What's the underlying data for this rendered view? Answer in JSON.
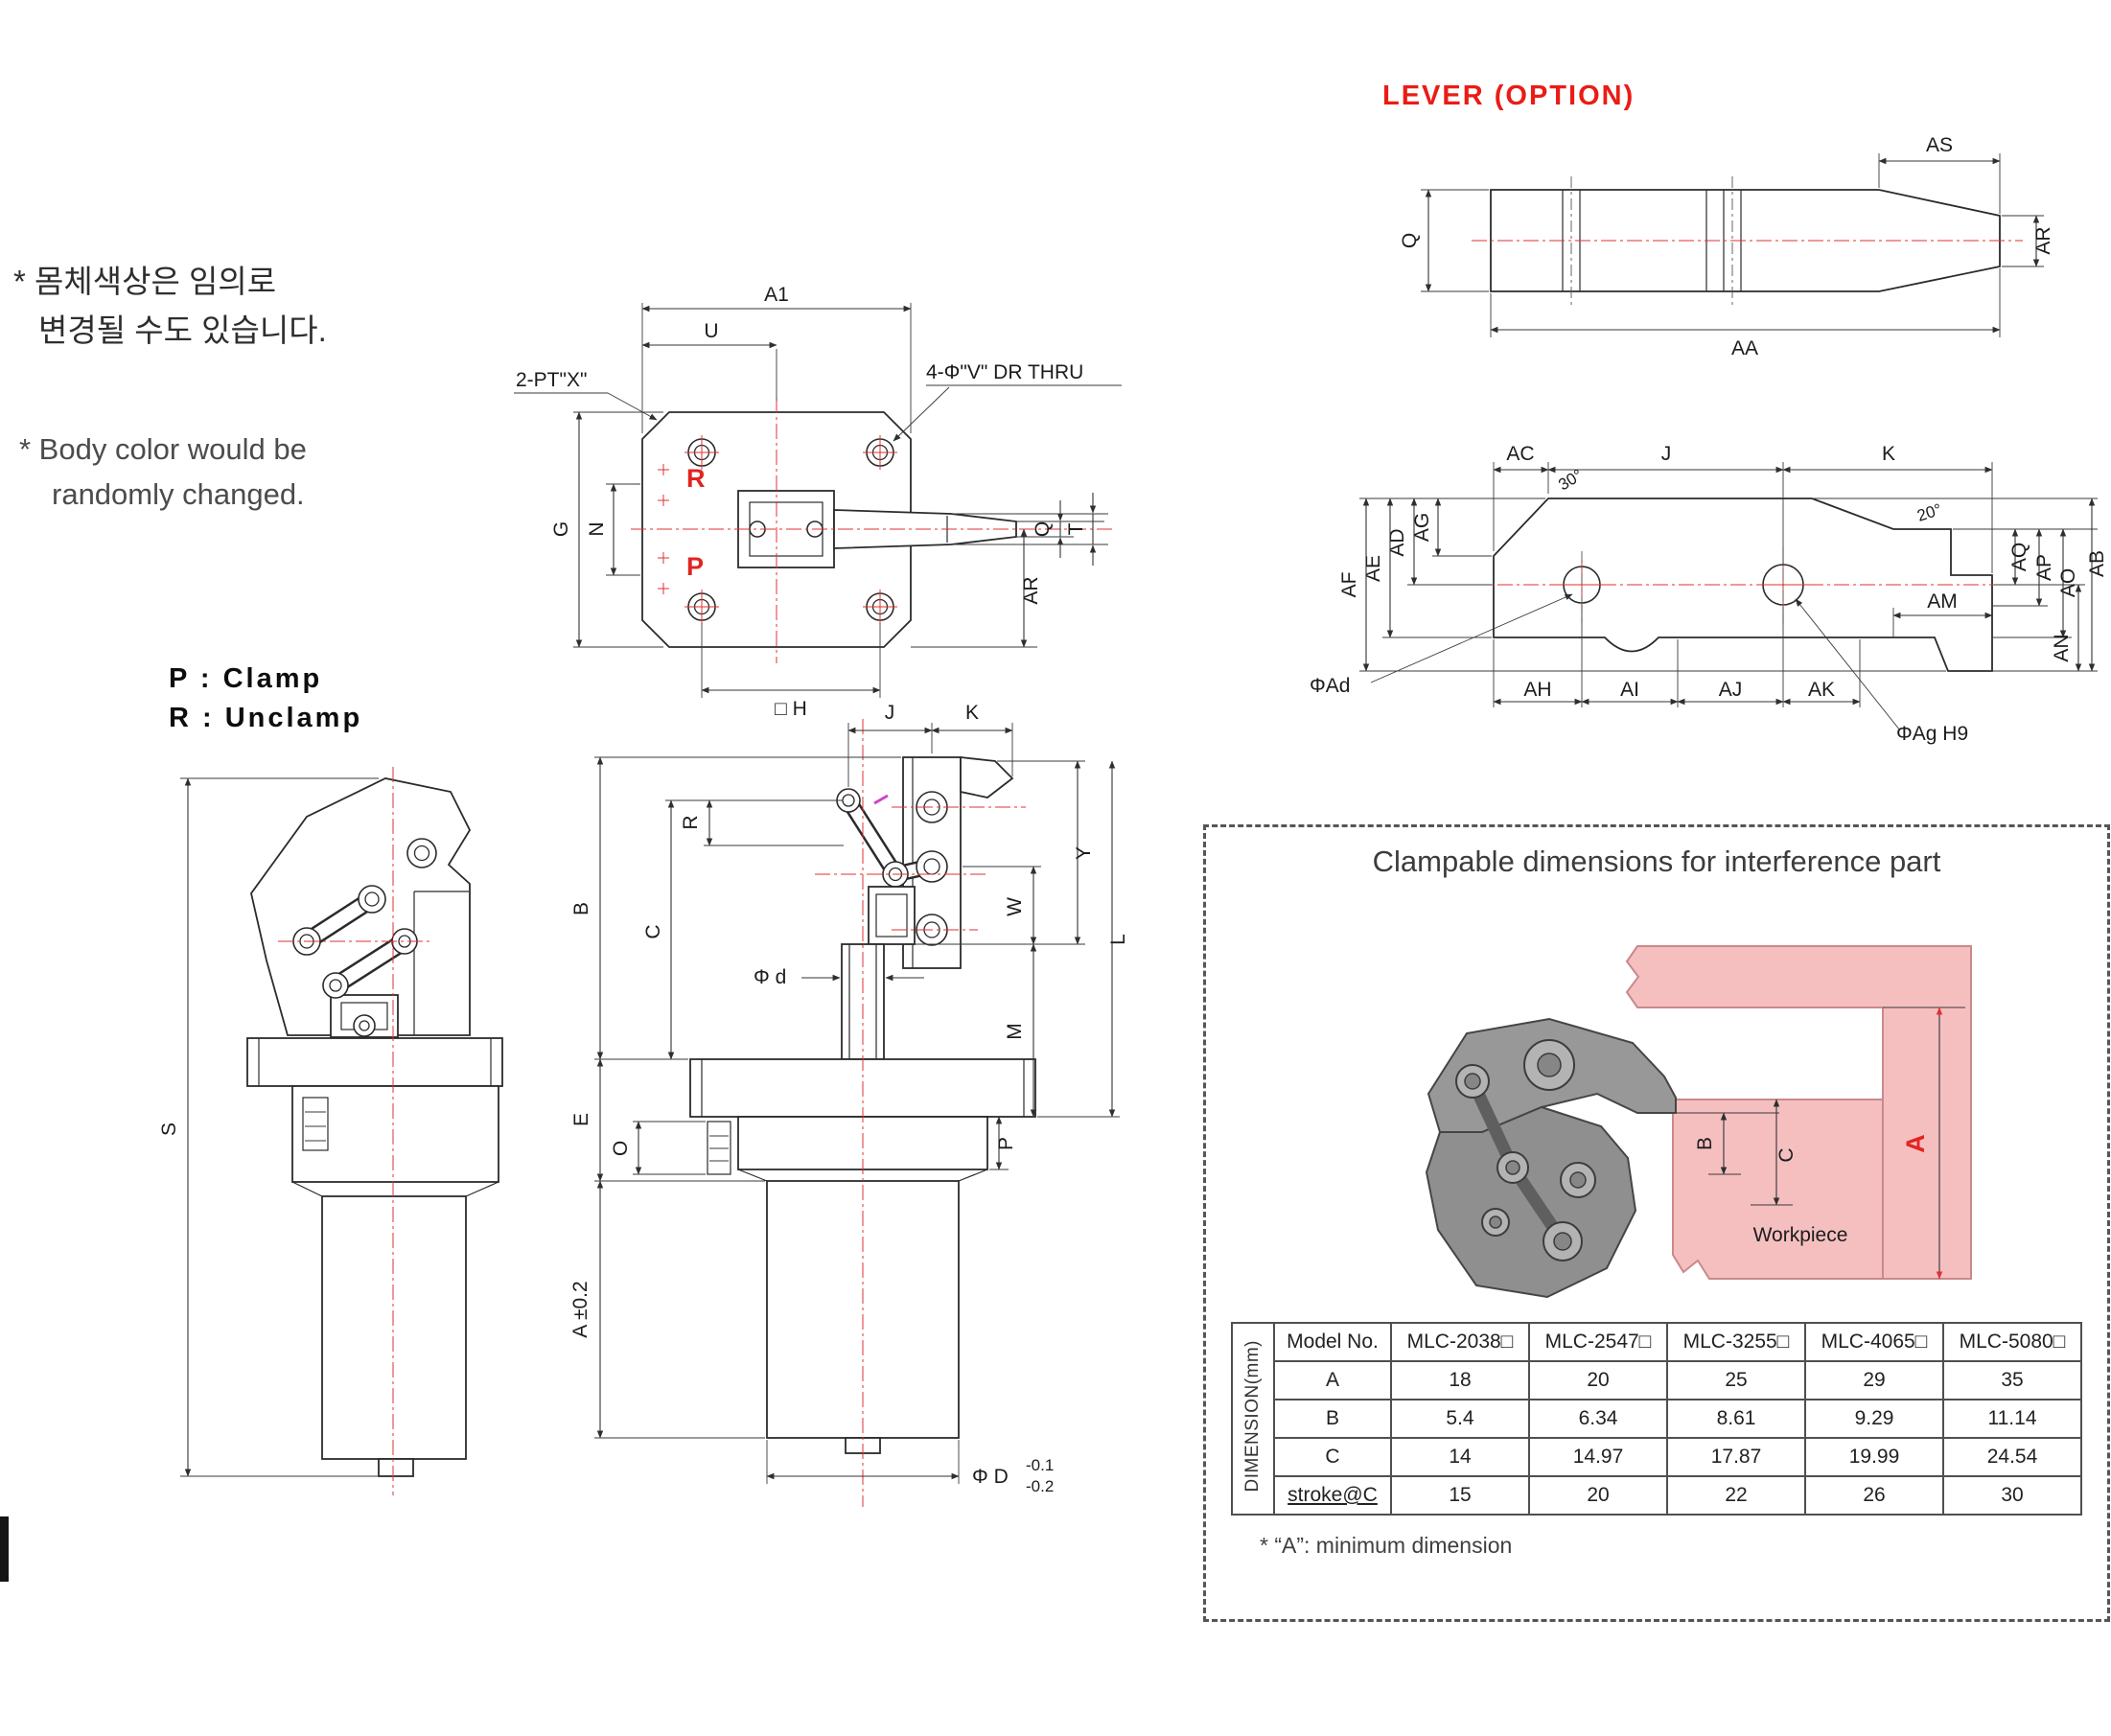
{
  "notes": {
    "korean_line1": "* 몸체색상은 임의로",
    "korean_line2": "변경될 수도 있습니다.",
    "english_line1": "*  Body color would be",
    "english_line2": "randomly changed."
  },
  "legend": {
    "clamp": "P : Clamp",
    "unclamp": "R : Unclamp"
  },
  "top_view": {
    "a1": "A1",
    "u": "U",
    "pt": "2-PT\"X\"",
    "v_thru": "4-Φ\"V\" DR THRU",
    "g": "G",
    "n": "N",
    "r": "R",
    "p": "P",
    "q": "Q",
    "t": "T",
    "ar": "AR",
    "h": "□ H"
  },
  "lever": {
    "title": "LEVER (OPTION)",
    "as": "AS",
    "ar_side": "AR",
    "q": "Q",
    "aa": "AA",
    "ac": "AC",
    "j": "J",
    "k": "K",
    "af": "AF",
    "ae": "AE",
    "ad": "AD",
    "ag": "AG",
    "angle30": "30°",
    "angle20": "20°",
    "aq": "AQ",
    "ap": "AP",
    "ao": "AO",
    "ab": "AB",
    "am": "AM",
    "an": "AN",
    "ah": "AH",
    "ai": "AI",
    "aj": "AJ",
    "ak": "AK",
    "phi_ad": "ΦAd",
    "phi_ag": "ΦAg H9"
  },
  "side_view": {
    "s": "S"
  },
  "front_view": {
    "j": "J",
    "k": "K",
    "b": "B",
    "c": "C",
    "r": "R",
    "phi_d": "Φ d",
    "y": "Y",
    "w": "W",
    "m": "M",
    "l": "L",
    "e": "E",
    "o": "O",
    "p": "P",
    "a": "A ±0.2",
    "phi_D": "Φ D",
    "tol_hi": "-0.1",
    "tol_lo": "-0.2"
  },
  "clampable": {
    "title": "Clampable dimensions for interference part",
    "a": "A",
    "b": "B",
    "c": "C",
    "workpiece": "Workpiece",
    "footnote": "* “A”: minimum dimension"
  },
  "table": {
    "axis": "DIMENSION(mm)",
    "headers": [
      "Model No.",
      "MLC-2038□",
      "MLC-2547□",
      "MLC-3255□",
      "MLC-4065□",
      "MLC-5080□"
    ],
    "rows": [
      {
        "label": "A",
        "values": [
          "18",
          "20",
          "25",
          "29",
          "35"
        ]
      },
      {
        "label": "B",
        "values": [
          "5.4",
          "6.34",
          "8.61",
          "9.29",
          "11.14"
        ]
      },
      {
        "label": "C",
        "values": [
          "14",
          "14.97",
          "17.87",
          "19.99",
          "24.54"
        ]
      },
      {
        "label": "stroke@C",
        "values": [
          "15",
          "20",
          "22",
          "26",
          "30"
        ]
      }
    ]
  }
}
